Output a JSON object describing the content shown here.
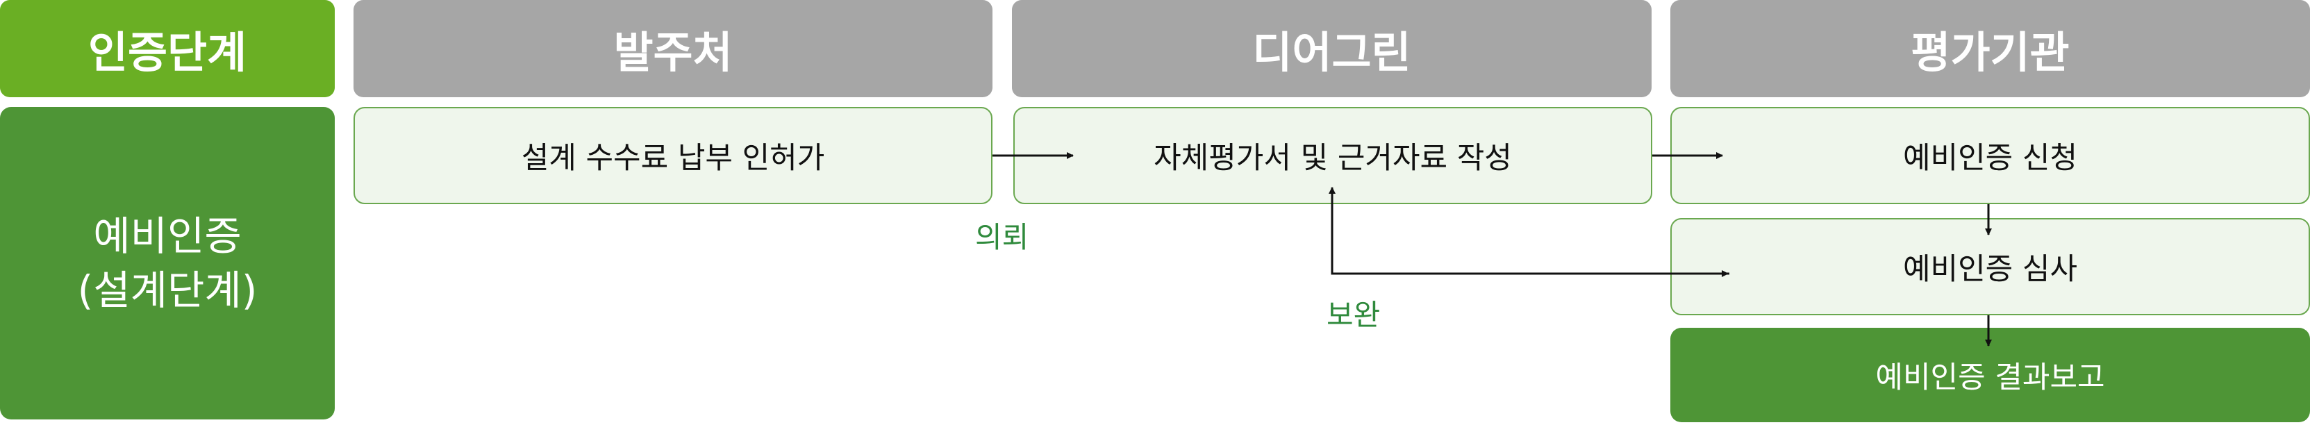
{
  "headers": {
    "stage": "인증단계",
    "client": "발주처",
    "designgreen": "디어그린",
    "agency": "평가기관"
  },
  "stage": {
    "line1": "예비인증",
    "line2": "(설계단계)"
  },
  "boxes": {
    "client_task": "설계 수수료 납부 인허가",
    "designgreen_task": "자체평가서 및 근거자료 작성",
    "apply": "예비인증 신청",
    "review": "예비인증 심사",
    "report": "예비인증 결과보고"
  },
  "notes": {
    "request": "의뢰",
    "supplement": "보완"
  },
  "colors": {
    "header_green": "#6aaf24",
    "header_gray": "#a6a6a6",
    "stage_green": "#4e9536",
    "box_fill": "#eff6ec",
    "box_border": "#6aa84f",
    "note_text": "#2f8a3c"
  }
}
